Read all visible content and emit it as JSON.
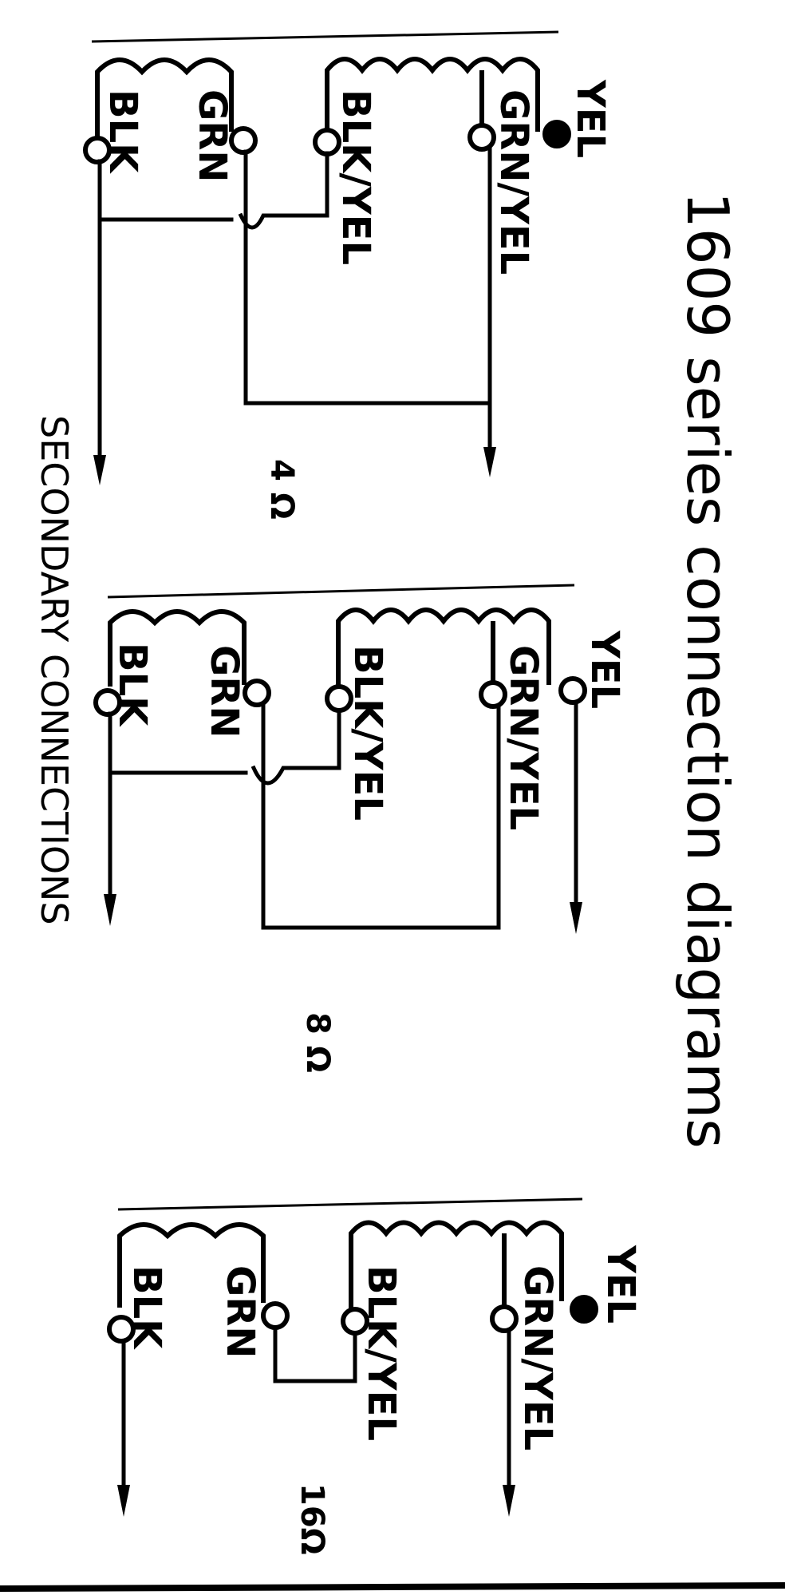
{
  "title": "1609 series connection diagrams",
  "caption": "SECONDARY CONNECTIONS",
  "leads": {
    "blk": "BLK",
    "grn": "GRN",
    "blk_yel": "BLK/YEL",
    "grn_yel": "GRN/YEL",
    "yel": "YEL"
  },
  "configs": [
    {
      "impedance": "4 Ω"
    },
    {
      "impedance": "8 Ω"
    },
    {
      "impedance": "16Ω"
    }
  ]
}
